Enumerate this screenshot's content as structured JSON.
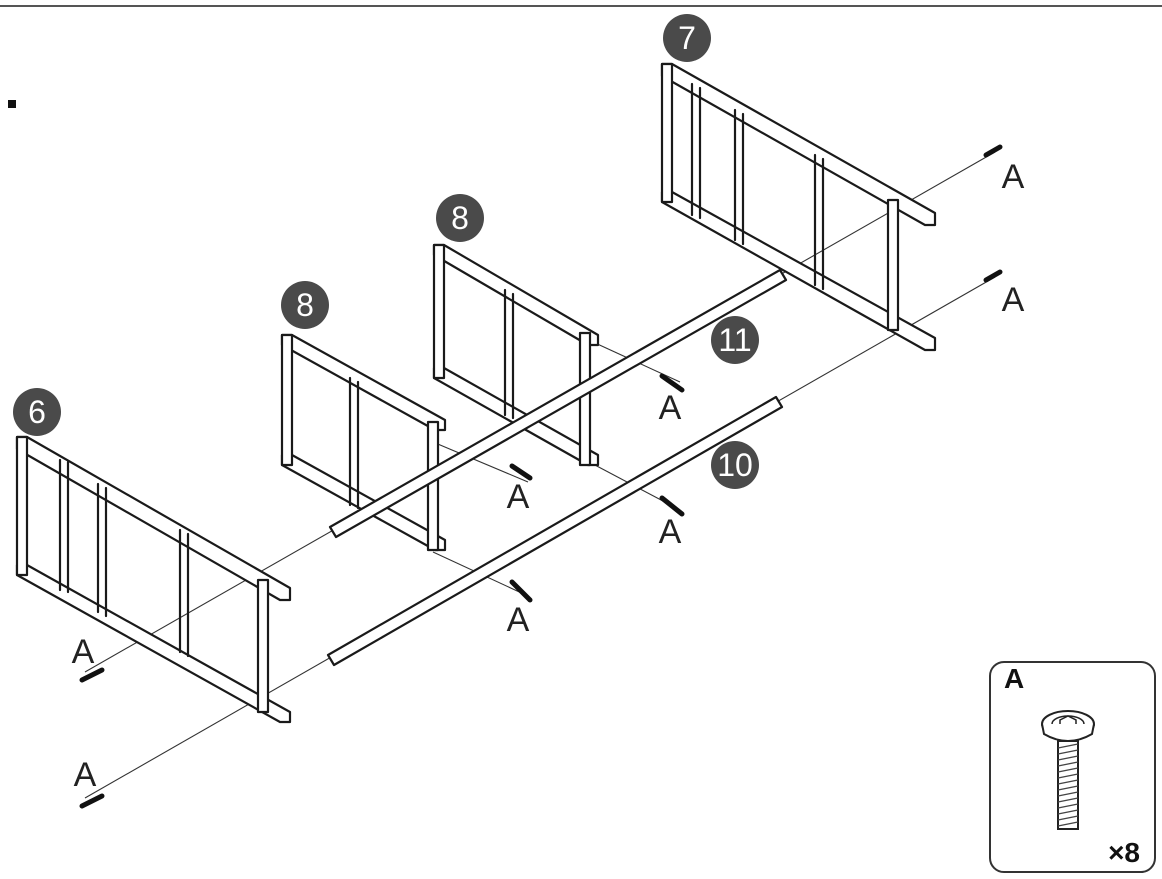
{
  "parts": {
    "p6": "6",
    "p7": "7",
    "p8a": "8",
    "p8b": "8",
    "p10": "10",
    "p11": "11"
  },
  "screw_callout": "A",
  "legend": {
    "letter": "A",
    "quantity": "×8"
  },
  "colors": {
    "badge": "#4a4a4a",
    "line": "#1a1a1a",
    "frame_border": "#555555"
  }
}
